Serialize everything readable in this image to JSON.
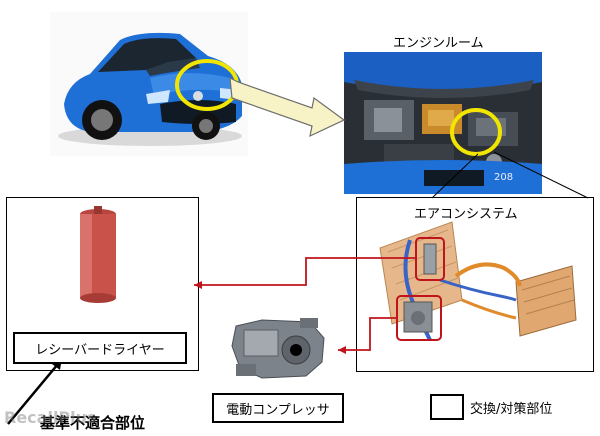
{
  "labels": {
    "engine_room": "エンジンルーム",
    "aircon_system": "エアコンシステム",
    "receiver_dryer": "レシーバードライヤー",
    "electric_compressor": "電動コンプレッサ",
    "legend_text": "交換/対策部位",
    "nonconforming_part": "基準不適合部位",
    "car_badge": "208",
    "watermark": "RecallPlus"
  },
  "colors": {
    "car_body": "#1e6fd6",
    "highlight_circle": "#f2e600",
    "arrow_fill": "#f7f3c6",
    "red_box": "#c0141c",
    "dryer": "#c9534a",
    "pipe_blue": "#3a63c8",
    "pipe_orange": "#e08a2a",
    "condenser": "#e6b78a"
  },
  "icons": [
    "car-photo",
    "engine-room-photo",
    "receiver-dryer-illustration",
    "electric-compressor-illustration",
    "ac-system-illustration",
    "highlight-circle-icon",
    "zoom-arrow-icon",
    "leader-arrow-icon"
  ]
}
